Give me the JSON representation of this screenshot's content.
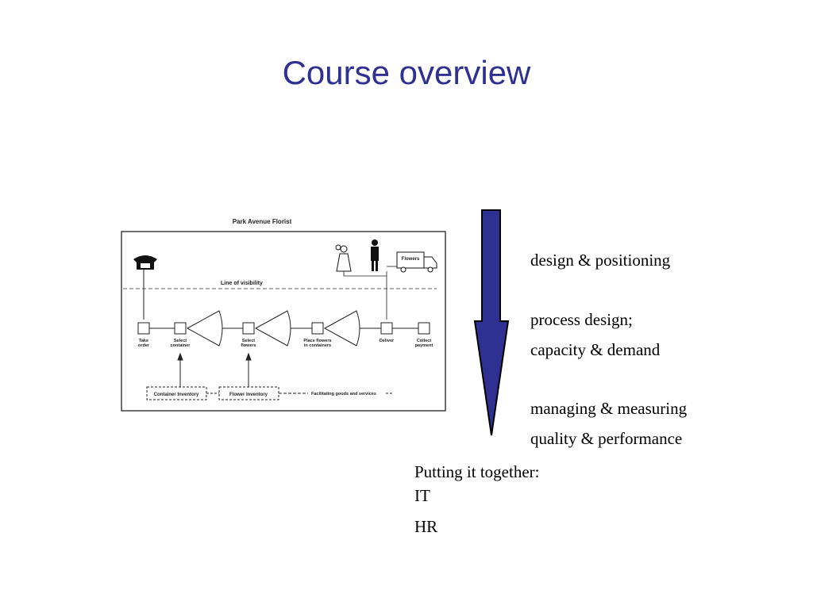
{
  "slide": {
    "title": "Course overview"
  },
  "diagram": {
    "title": "Park Avenue Florist",
    "line_of_visibility": "Line of visibility",
    "truck_label": "Flowers",
    "steps": [
      {
        "line1": "Take",
        "line2": "order"
      },
      {
        "line1": "Select",
        "line2": "container"
      },
      {
        "line1": "Select",
        "line2": "flowers"
      },
      {
        "line1": "Place flowers",
        "line2": "in containers"
      },
      {
        "line1": "Deliver",
        "line2": ""
      },
      {
        "line1": "Collect",
        "line2": "payment"
      }
    ],
    "inventories": [
      "Container Inventory",
      "Flower Inventory"
    ],
    "facilitating": "Facilitating goods and services"
  },
  "topics": {
    "design": "design & positioning",
    "process": "process design;",
    "capacity": "capacity & demand",
    "managing": "managing & measuring",
    "quality": "quality & performance",
    "together": "Putting it together:",
    "it": "IT",
    "hr": "HR"
  },
  "colors": {
    "title": "#2e3192",
    "arrow_fill": "#2e3192"
  }
}
